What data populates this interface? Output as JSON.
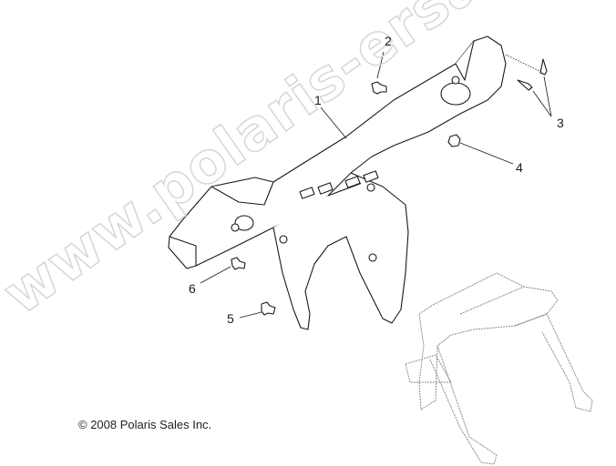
{
  "diagram": {
    "type": "exploded-parts-diagram",
    "subject": "ATV front bumper / rack assembly",
    "callouts": [
      {
        "label": "1",
        "part": "main-bumper-frame"
      },
      {
        "label": "2",
        "part": "push-rivet"
      },
      {
        "label": "3",
        "part": "screws"
      },
      {
        "label": "4",
        "part": "nut"
      },
      {
        "label": "5",
        "part": "push-rivet"
      },
      {
        "label": "6",
        "part": "push-rivet"
      }
    ],
    "copyright": "© 2008 Polaris Sales Inc.",
    "watermark": "www.polaris-ersatzteile.de"
  }
}
